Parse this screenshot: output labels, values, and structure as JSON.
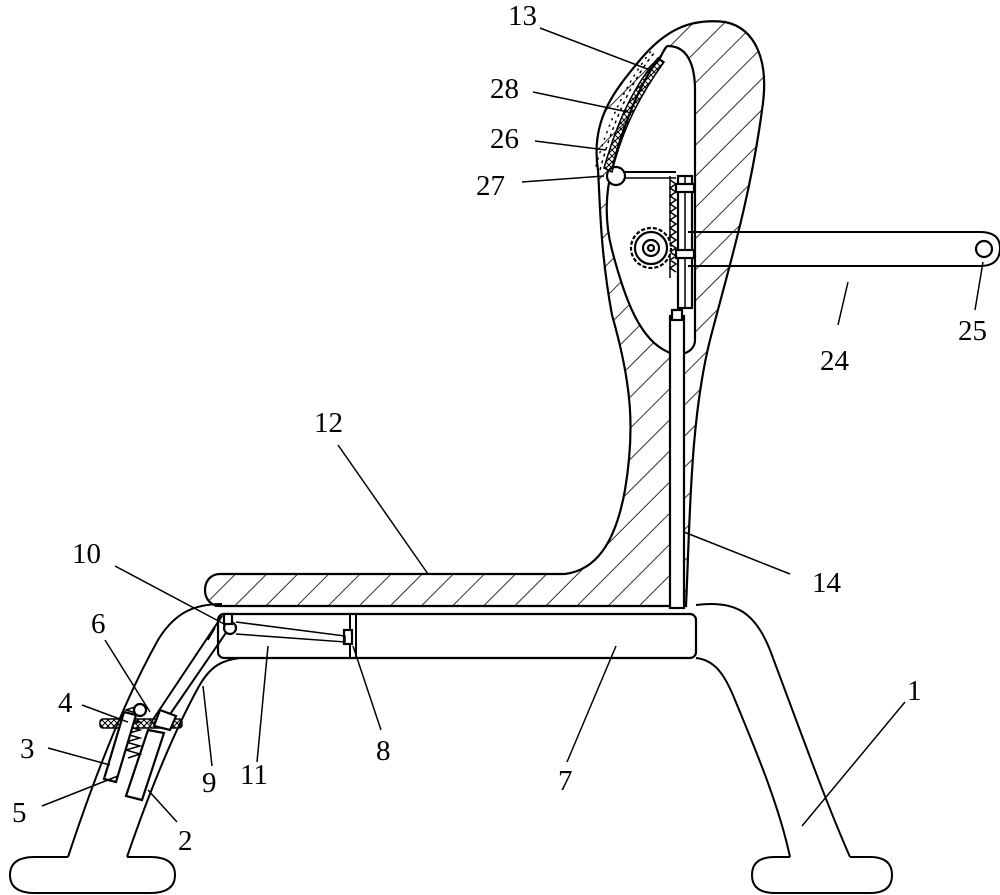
{
  "labels": [
    {
      "id": "1",
      "text": "1"
    },
    {
      "id": "2",
      "text": "2"
    },
    {
      "id": "3",
      "text": "3"
    },
    {
      "id": "4",
      "text": "4"
    },
    {
      "id": "5",
      "text": "5"
    },
    {
      "id": "6",
      "text": "6"
    },
    {
      "id": "7",
      "text": "7"
    },
    {
      "id": "8",
      "text": "8"
    },
    {
      "id": "9",
      "text": "9"
    },
    {
      "id": "10",
      "text": "10"
    },
    {
      "id": "11",
      "text": "11"
    },
    {
      "id": "12",
      "text": "12"
    },
    {
      "id": "13",
      "text": "13"
    },
    {
      "id": "14",
      "text": "14"
    },
    {
      "id": "24",
      "text": "24"
    },
    {
      "id": "25",
      "text": "25"
    },
    {
      "id": "26",
      "text": "26"
    },
    {
      "id": "27",
      "text": "27"
    },
    {
      "id": "28",
      "text": "28"
    }
  ]
}
